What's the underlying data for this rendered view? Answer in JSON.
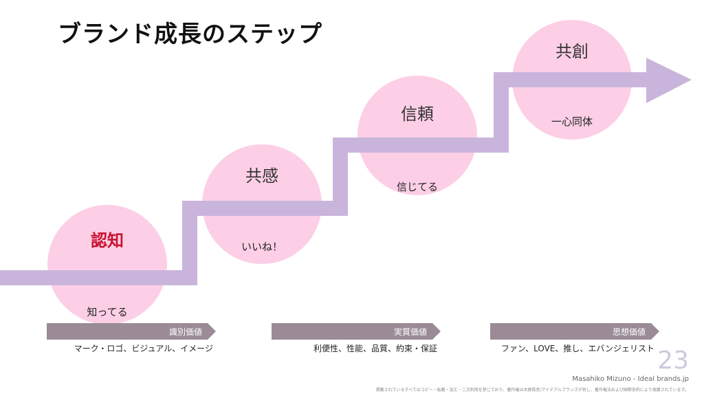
{
  "title": "ブランド成長のステップ",
  "colors": {
    "circle": "#fccfe6",
    "arrow": "#c9b5dc",
    "tag": "#9a8b96",
    "highlight": "#c8102e"
  },
  "stages": [
    {
      "title": "認知",
      "desc": "知ってる",
      "highlight": true
    },
    {
      "title": "共感",
      "desc": "いいね！",
      "highlight": false
    },
    {
      "title": "信頼",
      "desc": "信じてる",
      "highlight": false
    },
    {
      "title": "共創",
      "desc": "一心同体",
      "highlight": false
    }
  ],
  "values": [
    {
      "label": "識別価値",
      "desc": "マーク・ロゴ、ビジュアル、イメージ"
    },
    {
      "label": "実質価値",
      "desc": "利便性、性能、品質、約束・保証"
    },
    {
      "label": "思想価値",
      "desc": "ファン、LOVE、推し、エバンジェリスト"
    }
  ],
  "footer": {
    "page": "23",
    "credit": "Masahiko Mizuno - Ideal brands.jp",
    "copyright": "掲載されているすべてはコピー・転載・加工・二次利用を禁じており、著作権は水野昌彦/アイデアルブランズが有し、著作権法および国際条約により保護されています。"
  }
}
